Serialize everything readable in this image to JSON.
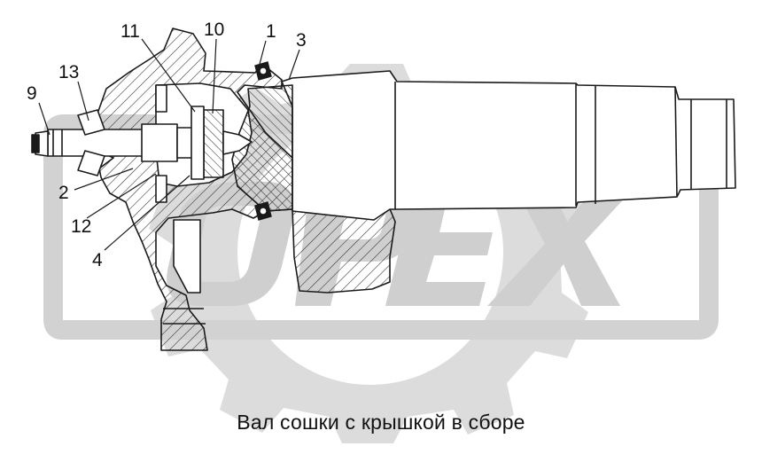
{
  "caption": "Вал сошки с крышкой в сборе",
  "callouts": {
    "c1": "1",
    "c2": "2",
    "c3": "3",
    "c4": "4",
    "c9": "9",
    "c10": "10",
    "c11": "11",
    "c12": "12",
    "c13": "13"
  },
  "watermark": {
    "text": "OPEX",
    "color": "#d6d6d6"
  },
  "colors": {
    "line": "#1a1a1a",
    "hatch": "#2a2a2a",
    "paper": "#ffffff",
    "shaft_fill": "#ffffff"
  }
}
